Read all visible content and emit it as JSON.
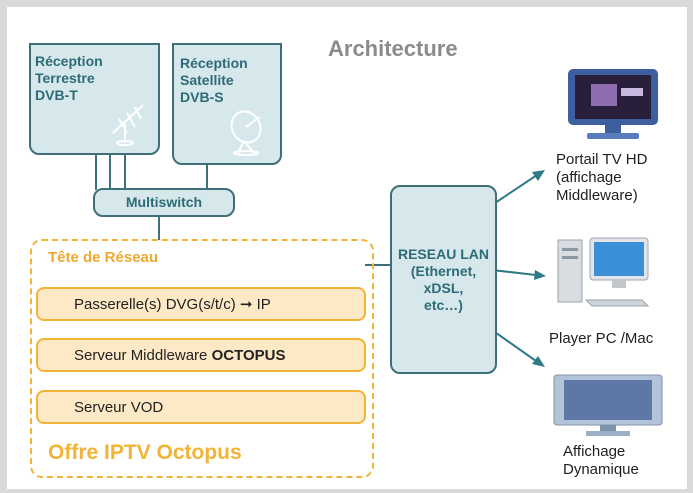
{
  "title": "Architecture",
  "reception_terrestre": "Réception\nTerrestre\nDVB-T",
  "reception_satellite": "Réception\nSatellite\nDVB-S",
  "multiswitch": "Multiswitch",
  "tete_de_reseau": "Tête de Réseau",
  "rows": [
    {
      "text": "Passerelle(s) DVG(s/t/c) ➞ IP",
      "bold": ""
    },
    {
      "text": "Serveur Middleware ",
      "bold": "OCTOPUS"
    },
    {
      "text": "Serveur VOD",
      "bold": ""
    }
  ],
  "offre": "Offre IPTV Octopus",
  "reseau_lan": "RESEAU LAN\n(Ethernet,\nxDSL,\netc…)",
  "outputs": [
    {
      "label": "Portail TV HD\n(affichage\nMiddleware)",
      "icon": "tv-icon"
    },
    {
      "label": "Player PC /Mac",
      "icon": "desktop-pc-icon"
    },
    {
      "label": "Affichage\nDynamique",
      "icon": "flat-screen-icon"
    }
  ],
  "colors": {
    "teal": "#2d6b76",
    "orange": "#f2b436",
    "box_fill": "#d6e8eb"
  }
}
